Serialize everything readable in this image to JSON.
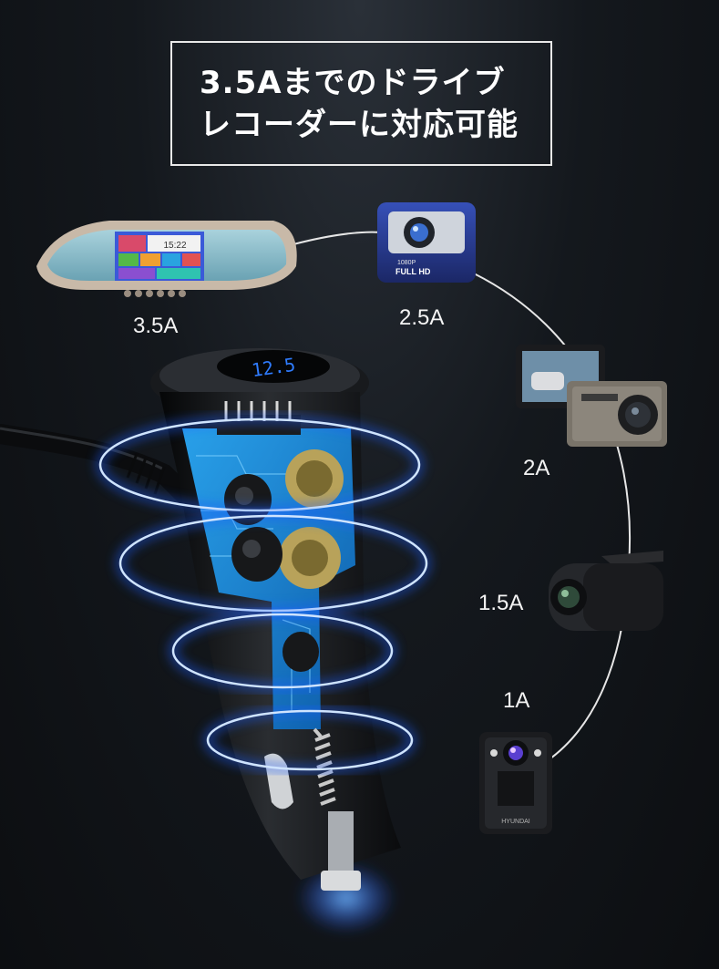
{
  "headline": {
    "line1": "3.5Aまでのドライブ",
    "line2": "レコーダーに対応可能"
  },
  "devices": [
    {
      "id": "mirror-recorder",
      "current": "3.5A"
    },
    {
      "id": "fullhd-dashcam",
      "current": "2.5A",
      "screen_text": [
        "1080P",
        "FULL HD"
      ]
    },
    {
      "id": "dual-dashcam",
      "current": "2A"
    },
    {
      "id": "mini-dashcam",
      "current": "1.5A"
    },
    {
      "id": "body-camera",
      "current": "1A",
      "brand_text": "HYUNDAI"
    }
  ],
  "charger_display": "12.5",
  "mirror_clock": "15:22",
  "colors": {
    "background": "#0f1216",
    "glow_ring": "#3f8cff",
    "circuit": "#1d8fe0",
    "frame_border": "#e8e8e8"
  }
}
